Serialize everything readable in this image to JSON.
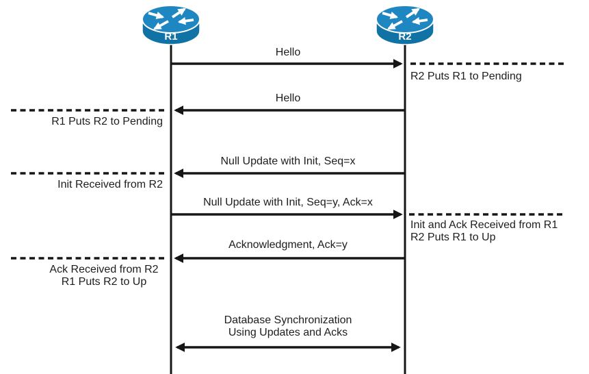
{
  "diagram": {
    "type": "sequence-diagram",
    "actors": [
      {
        "id": "r1",
        "label": "R1",
        "icon": "cisco-router-icon"
      },
      {
        "id": "r2",
        "label": "R2",
        "icon": "cisco-router-icon"
      }
    ],
    "messages": [
      {
        "label": "Hello",
        "from": "R1",
        "to": "R2",
        "direction": "right"
      },
      {
        "label": "Hello",
        "from": "R2",
        "to": "R1",
        "direction": "left"
      },
      {
        "label": "Null Update with Init, Seq=x",
        "from": "R2",
        "to": "R1",
        "direction": "left"
      },
      {
        "label": "Null Update with Init, Seq=y, Ack=x",
        "from": "R1",
        "to": "R2",
        "direction": "right"
      },
      {
        "label": "Acknowledgment, Ack=y",
        "from": "R2",
        "to": "R1",
        "direction": "left"
      },
      {
        "lines": [
          "Database Synchronization",
          "Using Updates and Acks"
        ],
        "direction": "both"
      }
    ],
    "annotations": [
      {
        "side": "right",
        "lines": [
          "R2 Puts R1 to Pending"
        ]
      },
      {
        "side": "left",
        "lines": [
          "R1 Puts R2 to Pending"
        ]
      },
      {
        "side": "left",
        "lines": [
          "Init Received from R2"
        ]
      },
      {
        "side": "right",
        "lines": [
          "Init and Ack Received from R1",
          "R2 Puts R1 to Up"
        ]
      },
      {
        "side": "left",
        "lines": [
          "Ack Received from R2",
          "R1 Puts R2 to Up"
        ]
      }
    ],
    "colors": {
      "router_top": "#1e86c0",
      "router_body": "#1172a5",
      "line": "#161616",
      "text": "#1d1d1f"
    }
  }
}
